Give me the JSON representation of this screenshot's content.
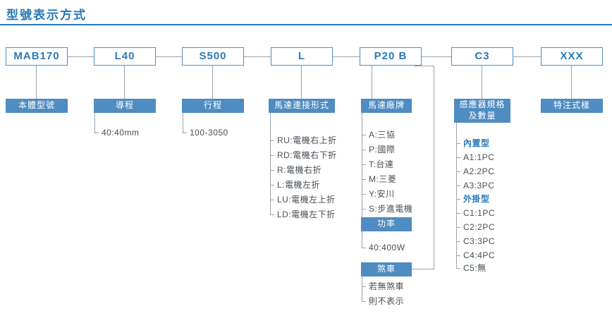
{
  "title": "型號表示方式",
  "code": [
    "MAB170",
    "L40",
    "S500",
    "L",
    "P20 B",
    "C3",
    "XXX"
  ],
  "labels": {
    "body": "本體型號",
    "lead": "導程",
    "stroke": "行程",
    "motor_connection": "馬達連接形式",
    "motor_brand": "馬達廠牌",
    "power": "功率",
    "brake": "煞車",
    "sensor_line1": "感應器規格",
    "sensor_line2": "及數量",
    "special": "特注式樣"
  },
  "lists": {
    "lead": [
      "40:40mm"
    ],
    "stroke": [
      "100-3050"
    ],
    "motor_connection": [
      "RU:電機右上折",
      "RD:電機右下折",
      "R:電機右折",
      "L:電機左折",
      "LU:電機左上折",
      "LD:電機左下折"
    ],
    "motor_brand": [
      "A:三協",
      "P:國際",
      "T:台達",
      "M:三菱",
      "Y:安川",
      "S:步進電機"
    ],
    "power": [
      "40:400W"
    ],
    "brake": [
      "若無煞車",
      "則不表示"
    ],
    "sensor": [
      "內置型",
      "A1:1PC",
      "A2:2PC",
      "A3:3PC",
      "外掛型",
      "C1:1PC",
      "C2:2PC",
      "C3:3PC",
      "C4:4PC",
      "C5:無"
    ]
  },
  "colors": {
    "accent_blue": "#2778b7",
    "box_border_blue": "#4e8cc2",
    "label_bg_blue": "#4e8cc2",
    "line_gray": "#9aa4ad",
    "text_gray": "#474f56"
  }
}
